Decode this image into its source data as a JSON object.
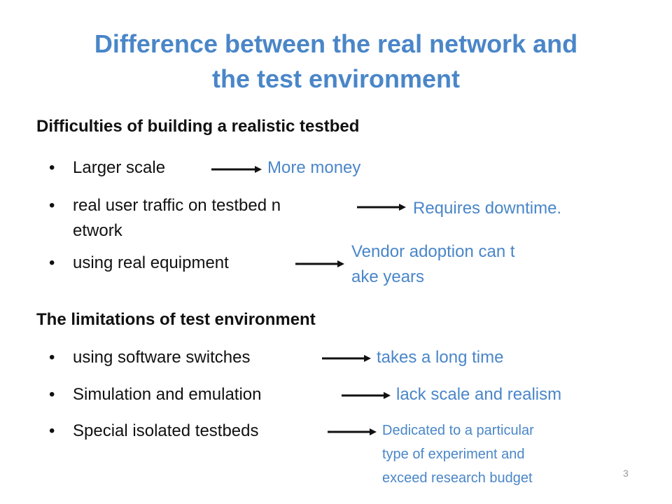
{
  "slide": {
    "title_line1": "Difference between the real network and",
    "title_line2": "the test environment",
    "section1": {
      "heading": "Difficulties of building a realistic testbed",
      "items": [
        {
          "bullet": "•",
          "text": "Larger scale",
          "result": "More money"
        },
        {
          "bullet": "•",
          "text_line1": "real user traffic on testbed n",
          "text_line2": "etwork",
          "result": "Requires downtime."
        },
        {
          "bullet": "•",
          "text": "using real equipment",
          "result_line1": "Vendor adoption can t",
          "result_line2": "ake years"
        }
      ]
    },
    "section2": {
      "heading": "The limitations of test environment",
      "items": [
        {
          "bullet": "•",
          "text": "using software switches",
          "result": "takes a long time"
        },
        {
          "bullet": "•",
          "text": "Simulation and emulation",
          "result": "lack scale and realism"
        },
        {
          "bullet": "•",
          "text": "Special isolated testbeds",
          "result_line1": "Dedicated to a particular",
          "result_line2": "type of experiment and",
          "result_line3": "exceed research budget"
        }
      ]
    },
    "page_number": "3",
    "colors": {
      "accent": "#4a86c8",
      "text": "#111111",
      "arrow": "#111111"
    }
  }
}
